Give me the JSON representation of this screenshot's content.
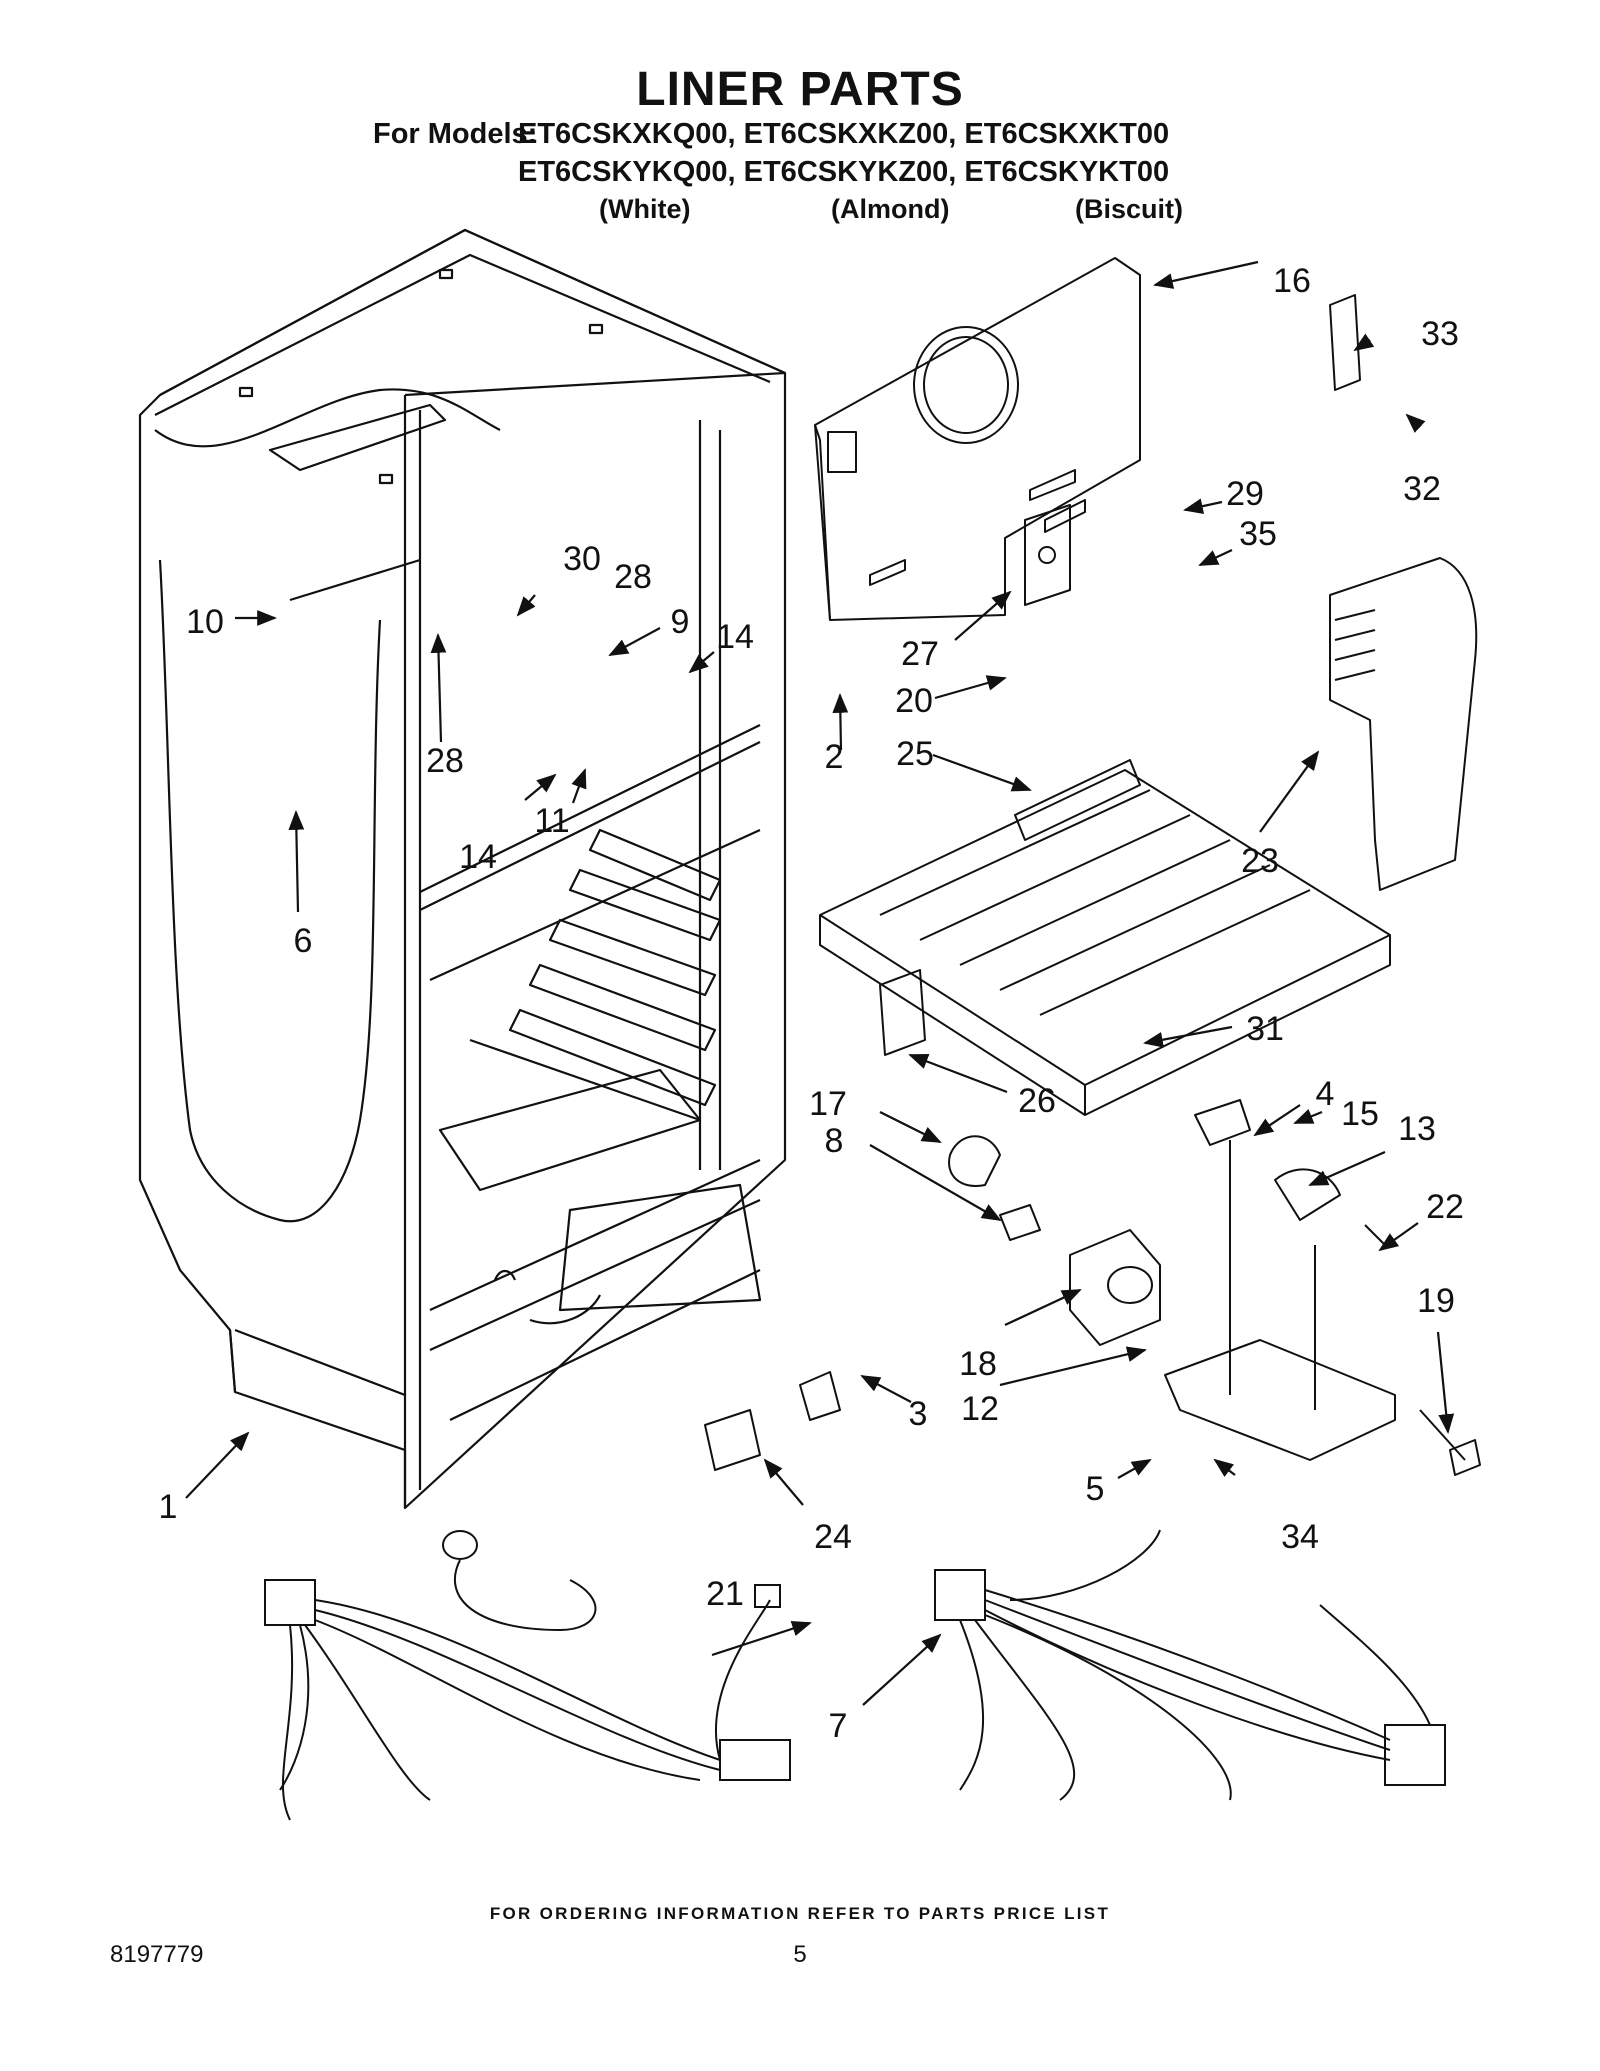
{
  "header": {
    "title": "LINER PARTS",
    "models_label": "For Models:",
    "models_line1": "ET6CSKXKQ00, ET6CSKXKZ00, ET6CSKXKT00",
    "models_line2": "ET6CSKYKQ00, ET6CSKYKZ00, ET6CSKYKT00",
    "colors": [
      "(White)",
      "(Almond)",
      "(Biscuit)"
    ]
  },
  "callouts": [
    "1",
    "2",
    "3",
    "4",
    "5",
    "6",
    "7",
    "8",
    "9",
    "10",
    "11",
    "12",
    "13",
    "14",
    "14",
    "15",
    "16",
    "17",
    "18",
    "19",
    "20",
    "21",
    "22",
    "23",
    "24",
    "25",
    "26",
    "27",
    "28",
    "28",
    "29",
    "30",
    "31",
    "32",
    "33",
    "34",
    "35"
  ],
  "footer": {
    "note": "FOR ORDERING INFORMATION REFER TO PARTS PRICE LIST",
    "doc_number": "8197779",
    "page_number": "5"
  }
}
